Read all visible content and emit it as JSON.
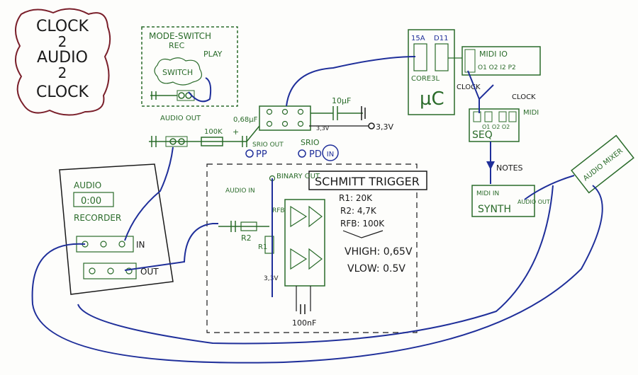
{
  "title": {
    "line1": "CLOCK",
    "line2": "2",
    "line3": "AUDIO",
    "line4": "2",
    "line5": "CLOCK"
  },
  "mode_switch": {
    "title": "MODE-SWITCH",
    "rec": "REC",
    "play": "PLAY",
    "switch": "SWITCH"
  },
  "audio_out_label": "AUDIO OUT",
  "resistor_100k": "100K",
  "cap_068uf": "0,68µF",
  "plus_sign": "+",
  "srio_out": "SRIO OUT",
  "pp_label": "PP",
  "srio_label": "SRIO",
  "pd_label": "PD",
  "in_badge": "IN",
  "cap_10uf": "10µF",
  "v33_a": "3,3V",
  "v33_b": "3,3V",
  "v33_c": "3,3V",
  "uc": {
    "pin_a": "15A",
    "pin_b": "D11",
    "core": "CORE3L",
    "label": "µC"
  },
  "midi_io": {
    "title": "MIDI IO",
    "pins": "O1 O2 I2 P2"
  },
  "clock_left": "CLOCK",
  "clock_right": "CLOCK",
  "seq": {
    "midi": "MIDI",
    "label": "SEQ",
    "pins": "O1 O2 O2"
  },
  "notes": "NOTES",
  "synth": {
    "midi_in": "MIDI IN",
    "label": "SYNTH",
    "audio_out": "AUDIO OUT"
  },
  "mixer": {
    "label": "AUDIO MIXER"
  },
  "recorder": {
    "audio": "AUDIO",
    "display": "0:00",
    "recorder": "RECORDER",
    "in": "IN",
    "out": "OUT"
  },
  "schmitt": {
    "title": "SCHMITT TRIGGER",
    "r1": "R1: 20K",
    "r2": "R2: 4,7K",
    "rfb": "RFB: 100K",
    "vhigh": "VHIGH: 0,65V",
    "vlow": "VLOW: 0.5V",
    "binary_out": "BINARY OUT",
    "audio_in": "AUDIO IN",
    "r2_label": "R2",
    "r1_label": "R1",
    "rfb_label": "RFB",
    "cap_100nf": "100nF"
  },
  "colors": {
    "green_ink": "#2a6b2a",
    "blue_ink": "#1f2f9a",
    "black_ink": "#1a1a1a"
  }
}
